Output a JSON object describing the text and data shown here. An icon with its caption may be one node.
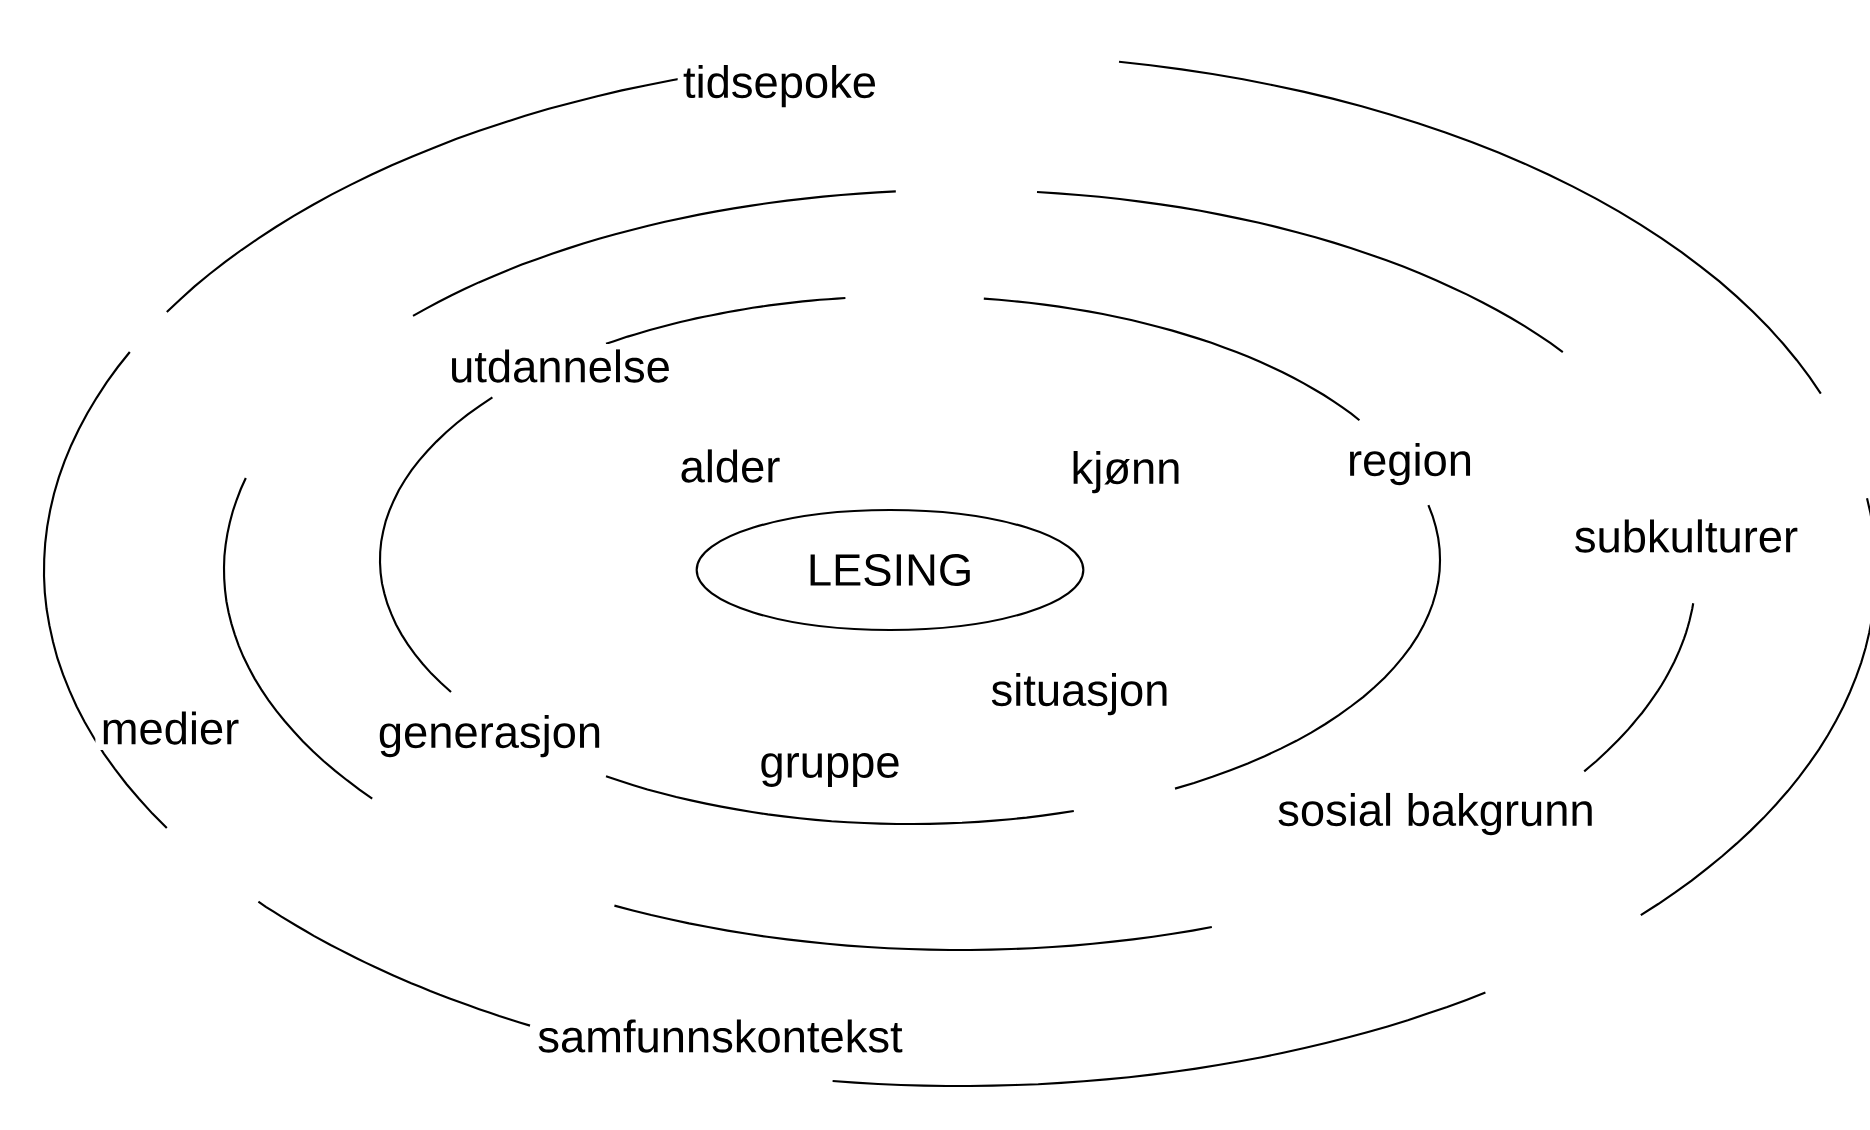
{
  "diagram": {
    "nodes": [
      {
        "text": [
          "LESING"
        ]
      }
    ],
    "labels": [
      "tidsepoke",
      "utdannelse",
      "alder",
      "kjønn",
      "region",
      "subkulturer",
      "medier",
      "generasjon",
      "situasjon",
      "gruppe",
      "sosial bakgrunn",
      "samfunnskontekst"
    ]
  }
}
